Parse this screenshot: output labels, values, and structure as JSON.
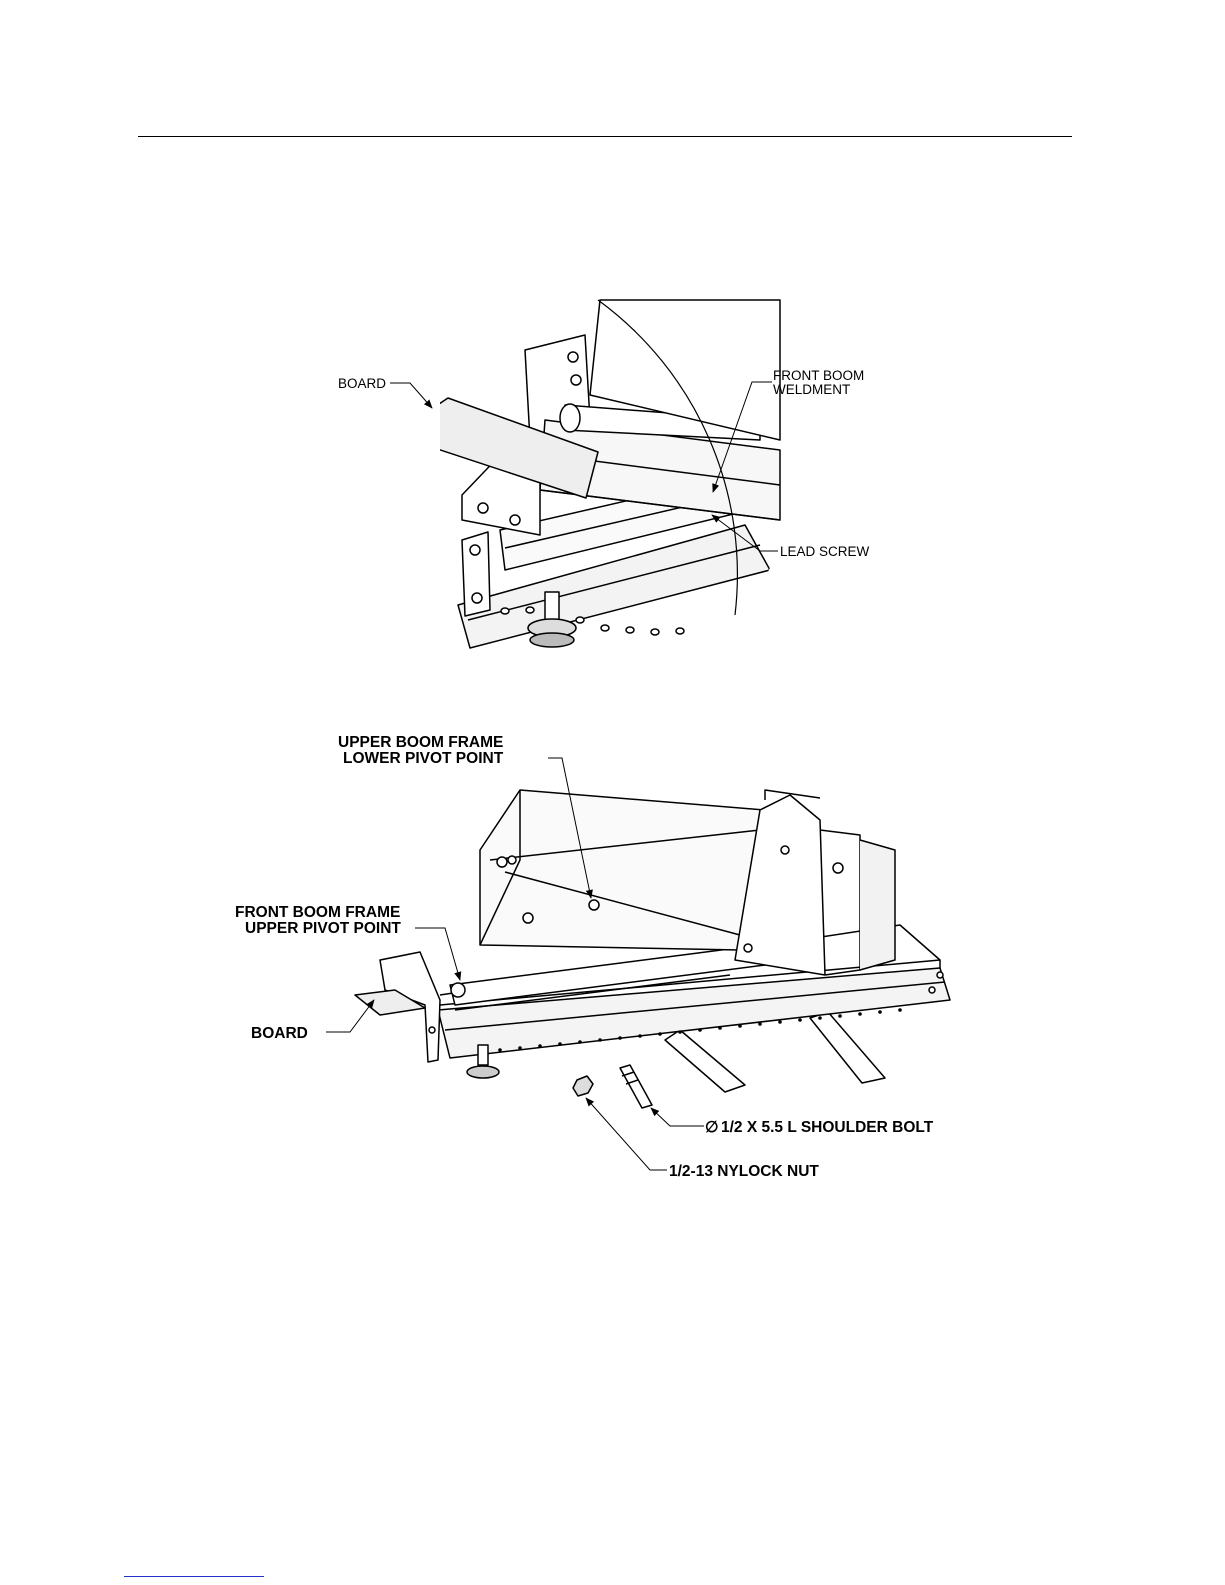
{
  "figure1": {
    "labels": {
      "board": "BOARD",
      "front_boom_line1": "FRONT BOOM",
      "front_boom_line2": "WELDMENT",
      "lead_screw": "LEAD SCREW"
    }
  },
  "figure2": {
    "labels": {
      "upper_boom_line1": "UPPER BOOM FRAME",
      "upper_boom_line2": "LOWER PIVOT POINT",
      "front_boom_line1": "FRONT BOOM FRAME",
      "front_boom_line2": "UPPER PIVOT POINT",
      "board": "BOARD",
      "shoulder_bolt": "1/2 X 5.5 L SHOULDER BOLT",
      "nylock_nut": "1/2-13 NYLOCK NUT"
    },
    "diameter_symbol": "∅"
  }
}
